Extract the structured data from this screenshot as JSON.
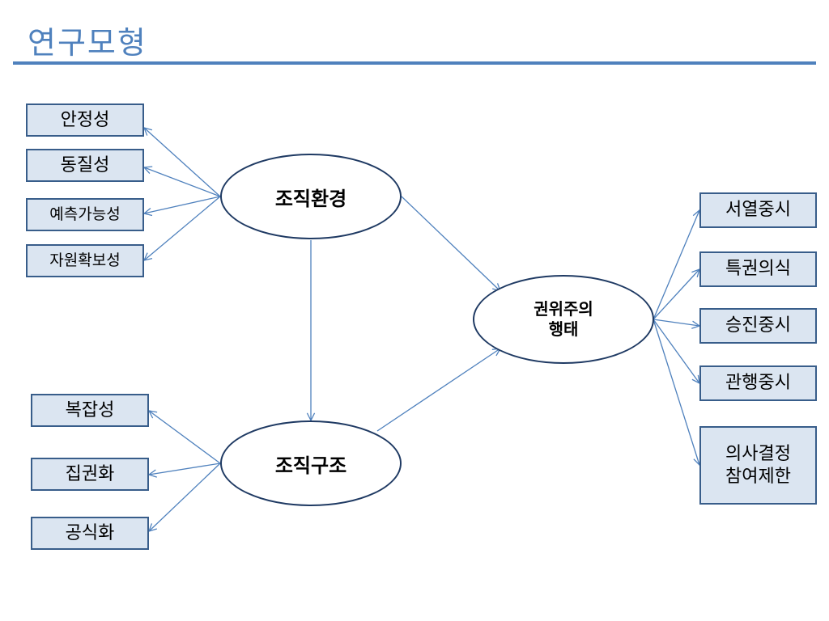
{
  "title": "연구모형",
  "colors": {
    "accent": "#4f81bd",
    "box_fill": "#dbe5f1",
    "box_border": "#385d8a",
    "arrow": "#4f81bd"
  },
  "environment": {
    "label": "조직환경",
    "factors": [
      "안정성",
      "동질성",
      "예측가능성",
      "자원확보성"
    ]
  },
  "structure": {
    "label": "조직구조",
    "factors": [
      "복잡성",
      "집권화",
      "공식화"
    ]
  },
  "behavior": {
    "label_line1": "권위주의",
    "label_line2": "행태",
    "outcomes": [
      "서열중시",
      "특권의식",
      "승진중시",
      "관행중시"
    ],
    "last_outcome_line1": "의사결정",
    "last_outcome_line2": "참여제한"
  }
}
